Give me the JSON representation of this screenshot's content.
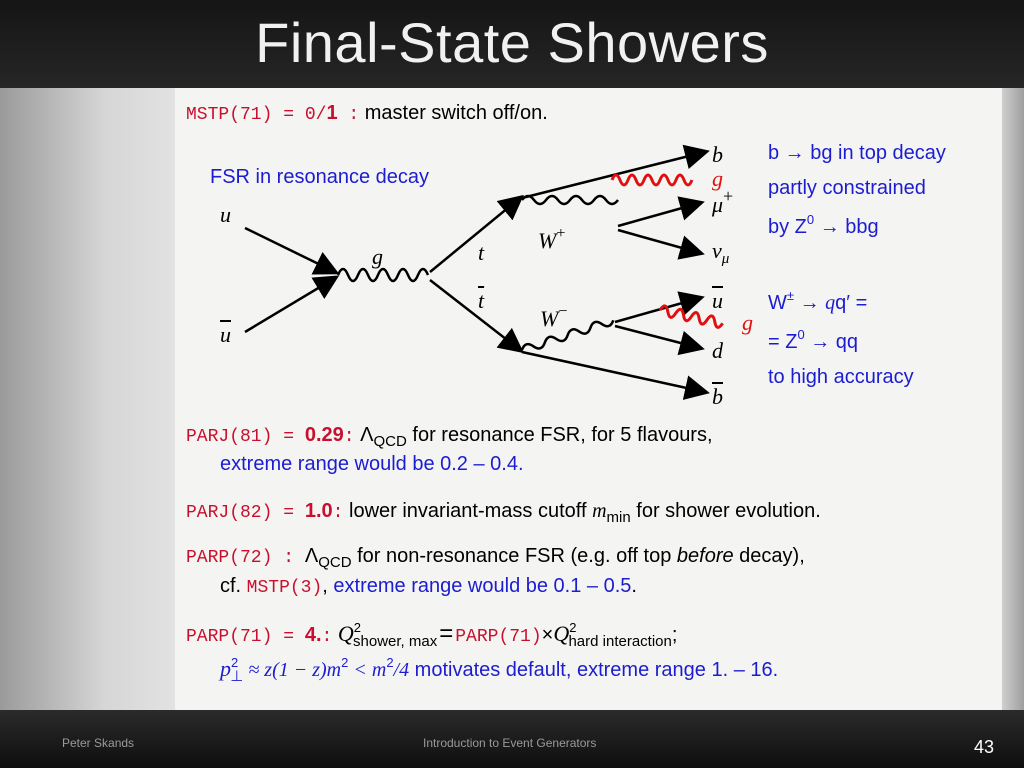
{
  "slide": {
    "title": "Final-State Showers",
    "footer_left": "Peter Skands",
    "footer_center": "Introduction to Event Generators",
    "page_number": "43"
  },
  "mstp71": {
    "code": "MSTP(71) = 0/",
    "bold": "1",
    "colon": " :",
    "text": " master switch off/on."
  },
  "diagram": {
    "caption": "FSR in resonance decay",
    "labels": {
      "u": "u",
      "ubar": "u",
      "g": "g",
      "t": "t",
      "tbar": "t",
      "wplus": "W",
      "wplus_sup": "+",
      "wminus": "W",
      "wminus_sup": "−",
      "b": "b",
      "g_top": "g",
      "mu": "μ",
      "mu_sup": "+",
      "nu": "ν",
      "nu_sub": "μ",
      "ubar_out": "u",
      "g_bottom": "g",
      "d": "d",
      "bbar": "b"
    },
    "note1": [
      "b → bg in top decay",
      "partly constrained",
      "by Z",
      "0",
      " → bbg"
    ],
    "note2": [
      "W",
      "±",
      " → ",
      "q",
      "q′ =",
      "= Z",
      "0",
      " → qq",
      "to high accuracy"
    ]
  },
  "parj81": {
    "code": "PARJ(81) = ",
    "value": "0.29",
    "colon": ":",
    "lambda": " Λ",
    "qcd": "QCD",
    "text": " for resonance FSR, for 5 flavours,",
    "line2": "extreme range would be 0.2 – 0.4."
  },
  "parj82": {
    "code": "PARJ(82) = ",
    "value": "1.0",
    "colon": ":",
    "text1": " lower invariant-mass cutoff ",
    "m": "m",
    "min": "min",
    "text2": " for shower evolution."
  },
  "parp72": {
    "code": "PARP(72) : ",
    "lambda": "Λ",
    "qcd": "QCD",
    "text1": " for non-resonance FSR (e.g. off top ",
    "before": "before",
    "text2": " decay),",
    "cf": "cf. ",
    "mstp3": "MSTP(3)",
    "comma": ", ",
    "line2": "extreme range would be 0.1 – 0.5",
    "period": "."
  },
  "parp71": {
    "code": "PARP(71) = ",
    "value": "4.",
    "colon": ":",
    "q": "Q",
    "sq": "2",
    "shower": "shower, max",
    "eq": "=",
    "ref": "PARP(71)",
    "times": "×",
    "q2": "Q",
    "sq2": "2",
    "hard": "hard interaction",
    "semi": ";",
    "p": "p",
    "p_sup": "2",
    "p_sub": "⊥",
    "formula": " ≈ z(1 − z)m",
    "f_sup": "2",
    "formula2": " < m",
    "f_sup2": "2",
    "formula3": "/4",
    "motivates": " motivates default, extreme range 1. – 16."
  }
}
